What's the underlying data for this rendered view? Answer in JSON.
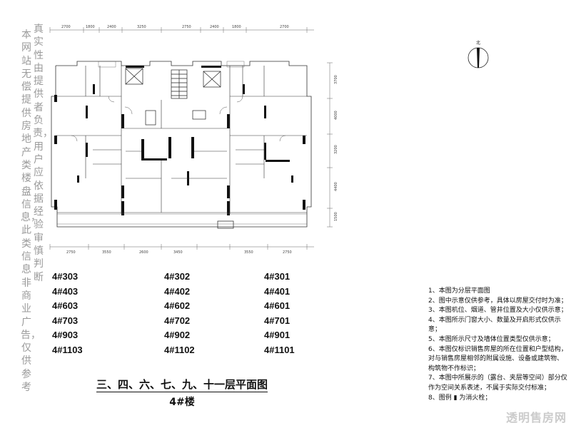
{
  "units": {
    "left": [
      "4#303",
      "4#403",
      "4#603",
      "4#703",
      "4#903",
      "4#1103"
    ],
    "middle": [
      "4#302",
      "4#402",
      "4#602",
      "4#702",
      "4#902",
      "4#1102"
    ],
    "right": [
      "4#301",
      "4#401",
      "4#601",
      "4#701",
      "4#901",
      "4#1101"
    ]
  },
  "title": {
    "main": "三、四、六、七、九、十一层平面图",
    "sub": "4#楼"
  },
  "notes": [
    "1、本图为分层平面图",
    "2、图中示意仅供参考，具体以房屋交付时为准；",
    "3、本图机位、烟道、管井位置及大小仅供示意；",
    "4、本图所示门窗大小、数量及开启形式仅供示意；",
    "5、本图所示尺寸及墙体位置类型仅供示意；",
    "6、本图仅标识销售房屋的所在位置和户型结构，对与销售房屋相邻的附属设施、设备或建筑物、构筑物不作标识；",
    "7、本图中所展示的（露台、夹层等空间）部分仅作为空间关系表述，不属于实际交付标准；",
    "8、图例 ▮ 为消火栓；"
  ],
  "north_label": "北",
  "dimensions": {
    "top": [
      "2700",
      "1800",
      "2400",
      "3250",
      "2750",
      "2400",
      "1800",
      "2700"
    ],
    "bottom": [
      "2750",
      "3550",
      "2600",
      "3450",
      "3550",
      "2750"
    ],
    "right": [
      "3700",
      "4000",
      "3200",
      "4400",
      "1500"
    ]
  },
  "watermarks": {
    "left_column": "本网站无偿提供房地产类楼盘信息，此类信息非商业广告，仅供参考",
    "right_column": "真实性由提供者负责，用户应依据经验审慎判断",
    "corner": "透明售房网"
  },
  "colors": {
    "wall": "#111111",
    "line": "#333333",
    "watermark": "#8a8a8a"
  }
}
